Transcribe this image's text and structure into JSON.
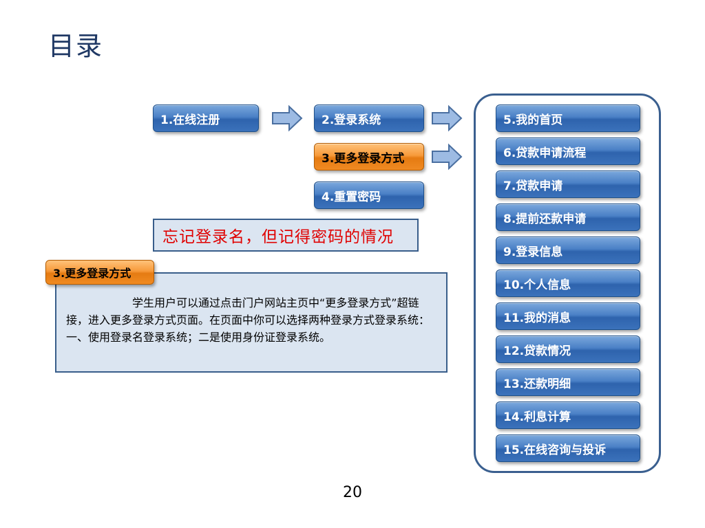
{
  "slide": {
    "title": "目录",
    "page_number": "20"
  },
  "flow": {
    "step1": "1.在线注册",
    "step2": "2.登录系统",
    "step3": "3.更多登录方式",
    "step4": "4.重置密码"
  },
  "menu": {
    "items": [
      "5.我的首页",
      "6.贷款申请流程",
      "7.贷款申请",
      "8.提前还款申请",
      "9.登录信息",
      "10.个人信息",
      "11.我的消息",
      "12.贷款情况",
      "13.还款明细",
      "14.利息计算",
      "15.在线咨询与投诉"
    ]
  },
  "note": "忘记登录名，但记得密码的情况",
  "detail": {
    "tag": "3.更多登录方式",
    "text": "学生用户可以通过点击门户网站主页中“更多登录方式”超链接，进入更多登录方式页面。在页面中你可以选择两种登录方式登录系统：一、使用登录名登录系统；二是使用身份证登录系统。"
  },
  "colors": {
    "blue_button": "#3b72bb",
    "orange_button": "#f08a22",
    "note_text": "#e00000",
    "title": "#1f3864"
  }
}
